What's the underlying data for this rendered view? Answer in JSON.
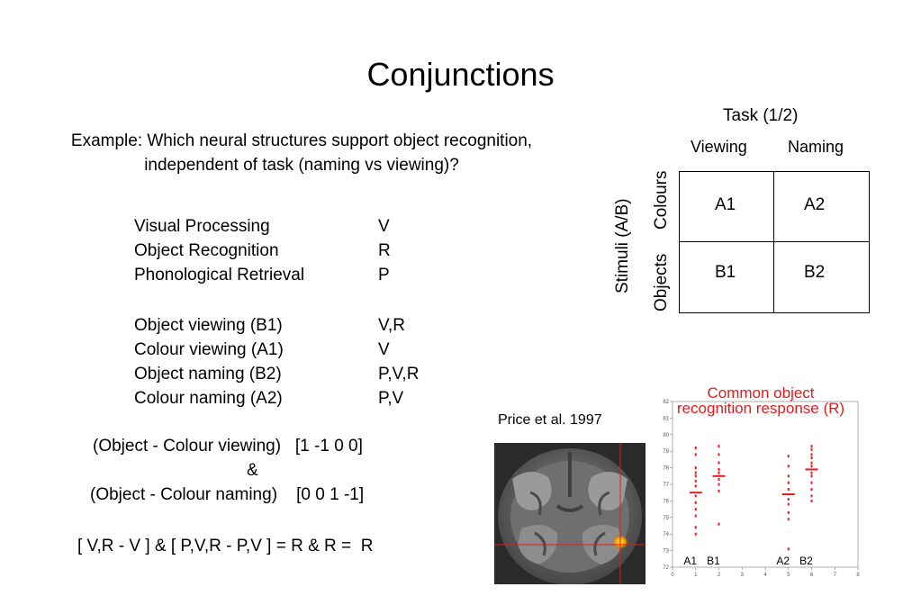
{
  "title": "Conjunctions",
  "example": {
    "line1": "Example: Which neural structures support object recognition,",
    "line2": "independent of task (naming vs viewing)?"
  },
  "processes": [
    {
      "label": "Visual Processing",
      "code": "V"
    },
    {
      "label": "Object Recognition",
      "code": "R"
    },
    {
      "label": "Phonological Retrieval",
      "code": "P"
    }
  ],
  "conditions": [
    {
      "label": "Object viewing (B1)",
      "code": "V,R"
    },
    {
      "label": "Colour viewing (A1)",
      "code": "V"
    },
    {
      "label": "Object naming (B2)",
      "code": "P,V,R"
    },
    {
      "label": "Colour naming (A2)",
      "code": "P,V"
    }
  ],
  "contrasts": {
    "line1": "(Object - Colour viewing)   [1 -1 0 0]",
    "amp": "&",
    "line2": "(Object - Colour naming)    [0 0 1 -1]",
    "formula": "[ V,R - V ] & [ P,V,R - P,V ] = R & R =  R"
  },
  "design": {
    "task_label": "Task (1/2)",
    "col_viewing": "Viewing",
    "col_naming": "Naming",
    "stim_label": "Stimuli (A/B)",
    "row_colours": "Colours",
    "row_objects": "Objects",
    "cells": {
      "a1": "A1",
      "a2": "A2",
      "b1": "B1",
      "b2": "B2"
    }
  },
  "figure": {
    "caption": "Price et al. 1997",
    "plot_title_1": "Common object",
    "plot_title_2": "recognition response (R)",
    "accent": "#e41a1c"
  },
  "chart_data": {
    "type": "scatter",
    "title": "",
    "xlabel": "",
    "ylabel": "",
    "xlim": [
      0,
      8
    ],
    "ylim": [
      72,
      82
    ],
    "x_ticks": [
      "0",
      "1",
      "2",
      "3",
      "4",
      "5",
      "6",
      "7",
      "8"
    ],
    "y_ticks": [
      "72",
      "73",
      "74",
      "75",
      "76",
      "77",
      "78",
      "79",
      "80",
      "81",
      "82"
    ],
    "point_labels": [
      "A1",
      "B1",
      "A2",
      "B2"
    ],
    "conditions": [
      {
        "label": "A1",
        "x": 1,
        "mean": 76.5,
        "values": [
          79.2,
          78.8,
          78.0,
          77.7,
          77.5,
          77.2,
          76.9,
          76.3,
          75.9,
          75.5,
          75.1,
          74.4,
          74.0
        ]
      },
      {
        "label": "B1",
        "x": 2,
        "mean": 77.5,
        "values": [
          79.3,
          78.8,
          78.3,
          77.9,
          77.7,
          77.3,
          77.0,
          76.6,
          74.6
        ]
      },
      {
        "label": "A2",
        "x": 5,
        "mean": 76.4,
        "values": [
          78.7,
          78.1,
          77.5,
          77.1,
          76.7,
          76.1,
          75.8,
          75.3,
          74.9,
          73.1
        ]
      },
      {
        "label": "B2",
        "x": 6,
        "mean": 77.9,
        "values": [
          79.3,
          79.1,
          78.8,
          78.6,
          78.3,
          78.1,
          77.7,
          77.5,
          77.1,
          76.7,
          76.3,
          76.0
        ]
      }
    ]
  }
}
